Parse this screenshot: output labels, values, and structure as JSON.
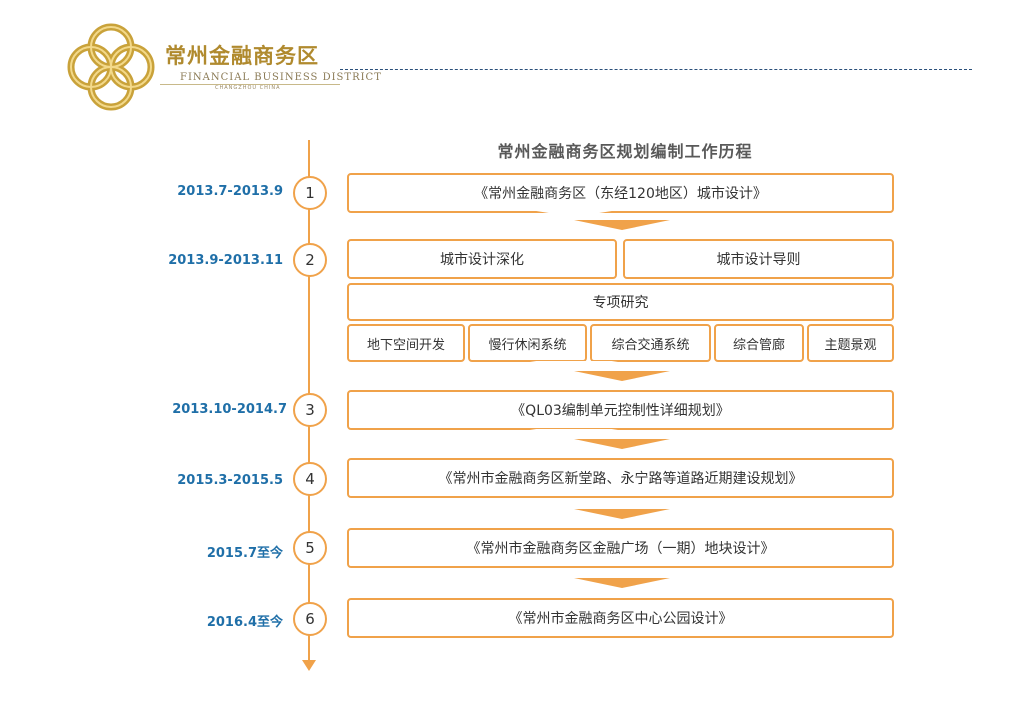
{
  "logo": {
    "name_cn": "常州金融商务区",
    "name_en": "FINANCIAL BUSINESS DISTRICT",
    "sub_en": "CHANGZHOU CHINA"
  },
  "title": "常州金融商务区规划编制工作历程",
  "timeline": [
    {
      "num": "1",
      "date": "2013.7-2013.9"
    },
    {
      "num": "2",
      "date": "2013.9-2013.11"
    },
    {
      "num": "3",
      "date": "2013.10-2014.7"
    },
    {
      "num": "4",
      "date": "2015.3-2015.5"
    },
    {
      "num": "5",
      "date": "2015.7至今"
    },
    {
      "num": "6",
      "date": "2016.4至今"
    }
  ],
  "boxes": {
    "s1": "《常州金融商务区（东经120地区）城市设计》",
    "s2_left": "城市设计深化",
    "s2_right": "城市设计导则",
    "s2_special": "专项研究",
    "s2_sub": [
      "地下空间开发",
      "慢行休闲系统",
      "综合交通系统",
      "综合管廊",
      "主题景观"
    ],
    "s3": "《QL03编制单元控制性详细规划》",
    "s4": "《常州市金融商务区新堂路、永宁路等道路近期建设规划》",
    "s5": "《常州市金融商务区金融广场（一期）地块设计》",
    "s6": "《常州市金融商务区中心公园设计》"
  },
  "colors": {
    "accent": "#f0a24a",
    "date": "#1f6fa8",
    "logo_gold": "#c9a23a"
  }
}
